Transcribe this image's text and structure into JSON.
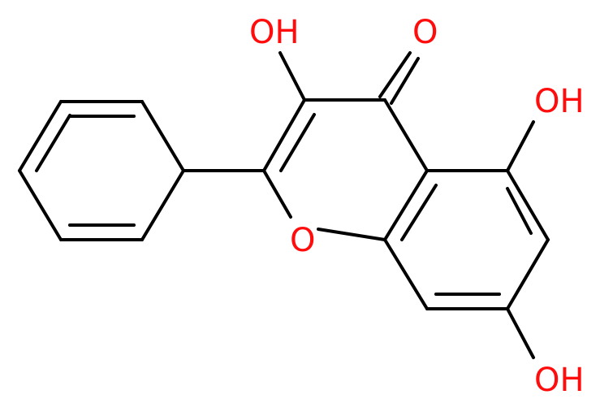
{
  "molecule": {
    "colors": {
      "bond": "#000000",
      "heteroatom_oxygen": "#ff0d0d",
      "background": "#ffffff"
    },
    "labels": {
      "oh_c3": "OH",
      "carbonyl_o": "O",
      "oh_c5": "OH",
      "ring_o": "O",
      "oh_c7": "OH"
    }
  }
}
